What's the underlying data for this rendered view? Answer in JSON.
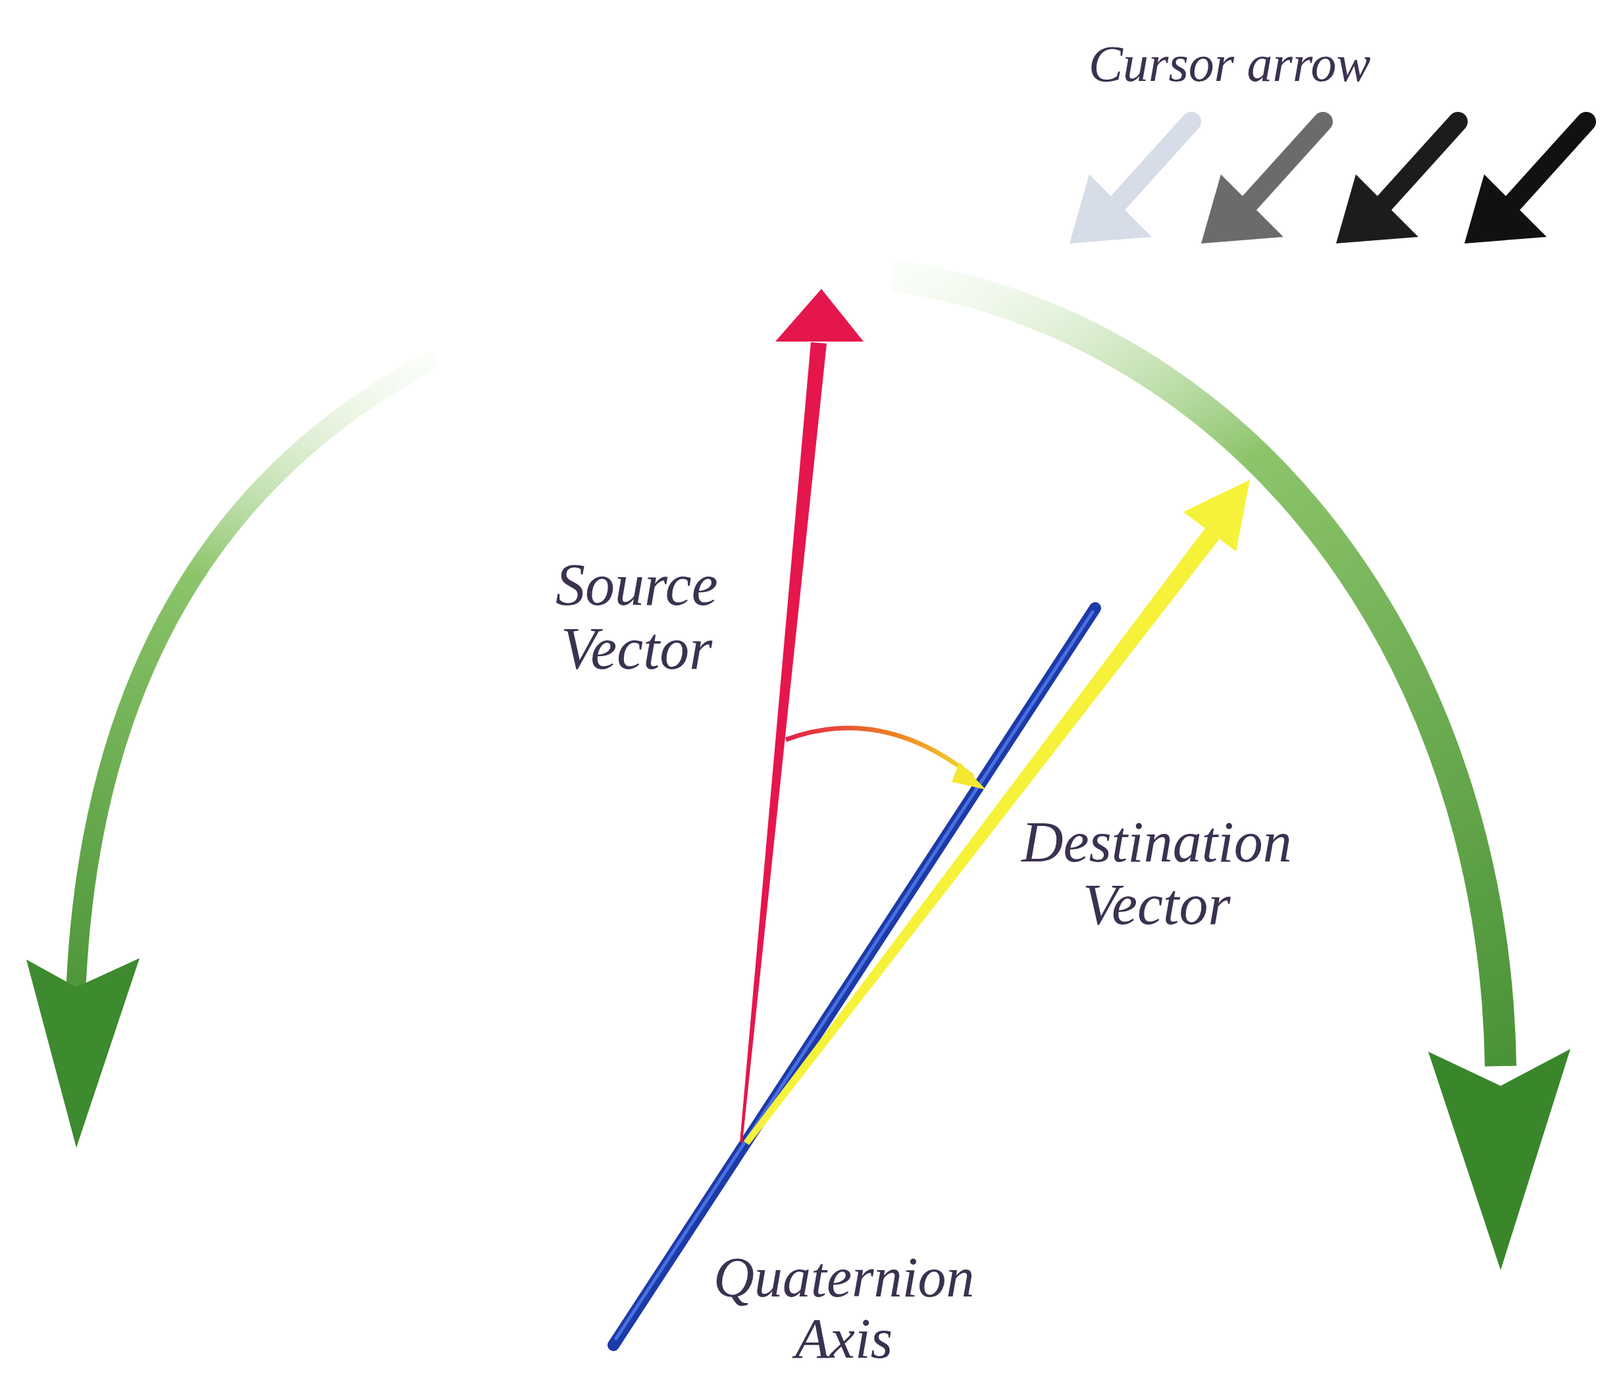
{
  "diagram": {
    "labels": [
      "Cursor arrow",
      "Source Vector",
      "Destination Vector",
      "Quaternion Axis"
    ]
  }
}
